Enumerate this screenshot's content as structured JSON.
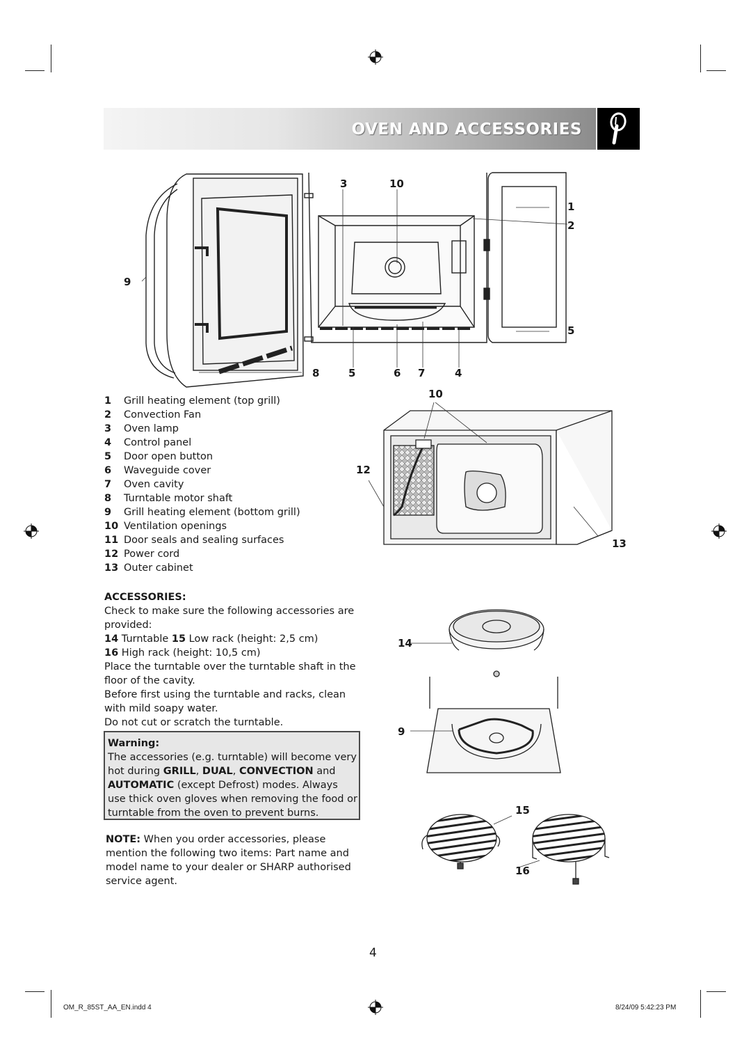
{
  "header": {
    "title": "OVEN AND ACCESSORIES",
    "icon": "magnifier-icon"
  },
  "parts": [
    {
      "num": "1",
      "label": "Grill heating element (top grill)"
    },
    {
      "num": "2",
      "label": "Convection Fan"
    },
    {
      "num": "3",
      "label": "Oven lamp"
    },
    {
      "num": "4",
      "label": "Control panel"
    },
    {
      "num": "5",
      "label": "Door open button"
    },
    {
      "num": "6",
      "label": "Waveguide cover"
    },
    {
      "num": "7",
      "label": "Oven cavity"
    },
    {
      "num": "8",
      "label": "Turntable motor shaft"
    },
    {
      "num": "9",
      "label": "Grill heating element (bottom grill)"
    },
    {
      "num": "10",
      "label": "Ventilation openings"
    },
    {
      "num": "11",
      "label": "Door seals and sealing surfaces"
    },
    {
      "num": "12",
      "label": "Power cord"
    },
    {
      "num": "13",
      "label": "Outer cabinet"
    }
  ],
  "callouts": {
    "oven_top": [
      "3",
      "10"
    ],
    "oven_right": [
      "1",
      "2",
      "5"
    ],
    "oven_left": "9",
    "oven_bottom": [
      "8",
      "5",
      "6",
      "7",
      "4"
    ],
    "cabinet": [
      "10",
      "12",
      "13"
    ],
    "accessories": [
      "14",
      "9",
      "15",
      "16"
    ]
  },
  "accessories": {
    "heading": "ACCESSORIES:",
    "intro": "Check to make sure the following accessories are provided:",
    "line1_num1": "14",
    "line1_text1": "Turntable",
    "line1_num2": "15",
    "line1_text2": "Low rack (height: 2,5 cm)",
    "line2_num": "16",
    "line2_text": "High rack (height: 10,5 cm)",
    "para1": "Place the turntable over the turntable shaft in the floor of the cavity.",
    "para2": "Before first using the turntable and racks, clean with mild soapy water.",
    "para3": "Do not cut or scratch the turntable."
  },
  "warning": {
    "heading": "Warning:",
    "t1": "The accessories (e.g. turntable) will become very hot during ",
    "b1": "GRILL",
    "t2": ", ",
    "b2": "DUAL",
    "t3": ", ",
    "b3": "CONVECTION",
    "t4": " and ",
    "b4": "AUTOMATIC",
    "t5": " (except Defrost) modes. Always use thick oven gloves when removing the food or turntable from the oven to prevent burns."
  },
  "note": {
    "label": "NOTE:",
    "text": " When you order accessories, please mention the following two items: Part name and model name to your dealer or SHARP authorised service agent."
  },
  "page_number": "4",
  "footer": {
    "left": "OM_R_85ST_AA_EN.indd   4",
    "right": "8/24/09   5:42:23 PM"
  }
}
